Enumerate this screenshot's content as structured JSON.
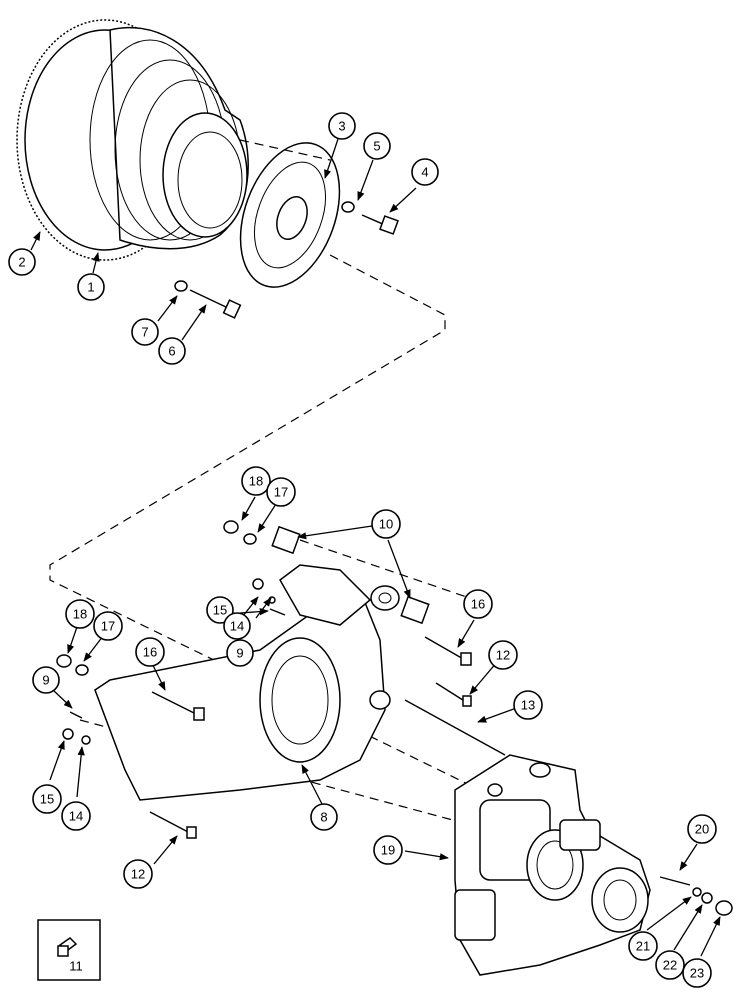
{
  "callouts": {
    "c1": "1",
    "c2": "2",
    "c3": "3",
    "c4": "4",
    "c5": "5",
    "c6": "6",
    "c7": "7",
    "c8": "8",
    "c9a": "9",
    "c9b": "9",
    "c10": "10",
    "c11": "11",
    "c12a": "12",
    "c12b": "12",
    "c13": "13",
    "c14a": "14",
    "c14b": "14",
    "c15a": "15",
    "c15b": "15",
    "c16a": "16",
    "c16b": "16",
    "c17a": "17",
    "c17b": "17",
    "c18a": "18",
    "c18b": "18",
    "c19": "19",
    "c20": "20",
    "c21": "21",
    "c22": "22",
    "c23": "23"
  }
}
